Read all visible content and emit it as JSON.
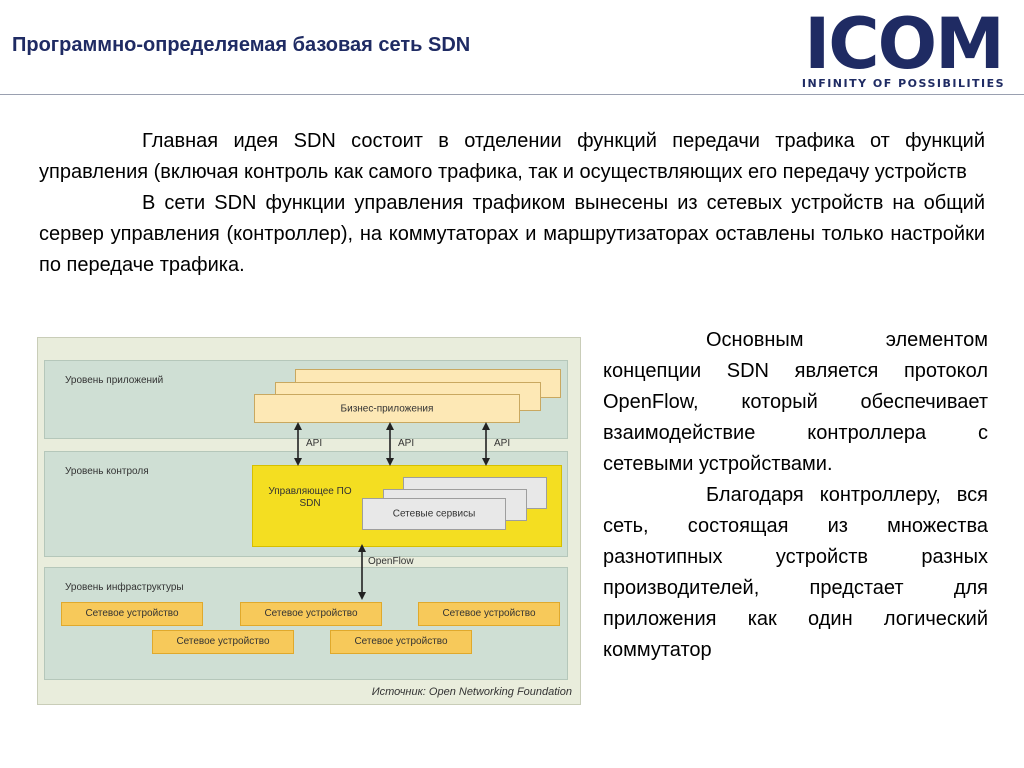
{
  "header": {
    "title": "Программно-определяемая базовая сеть SDN",
    "logo": {
      "wordmark": "ICOM",
      "tagline": "INFINITY OF POSSIBILITIES",
      "color": "#1f2b63"
    }
  },
  "intro": {
    "paragraphs": [
      "Главная идея SDN состоит в отделении функций передачи трафика от функций управления (включая контроль как самого трафика, так и осуществляющих его передачу устройств",
      "В сети SDN функции управления трафиком вынесены из сетевых устройств на общий сервер управления (контроллер), на коммутаторах и маршрутизаторах оставлены только настройки по передаче трафика."
    ]
  },
  "side": {
    "paragraphs": [
      "Основным элементом концепции SDN является протокол OpenFlow, который обеспечивает взаимодействие контроллера с сетевыми устройствами.",
      "Благодаря контроллеру, вся сеть, состоящая из множества разнотипных устройств разных производителей, предстает для приложения как один логический коммутатор"
    ]
  },
  "diagram": {
    "app_layer": {
      "label": "Уровень приложений",
      "card": "Бизнес-приложения"
    },
    "api_labels": [
      "API",
      "API",
      "API"
    ],
    "control_layer": {
      "label": "Уровень контроля",
      "controller": "Управляющее ПО SDN",
      "services": "Сетевые сервисы"
    },
    "openflow_label": "OpenFlow",
    "infra_layer": {
      "label": "Уровень инфраструктуры",
      "devices": [
        "Сетевое устройство",
        "Сетевое устройство",
        "Сетевое устройство",
        "Сетевое устройство",
        "Сетевое устройство"
      ]
    },
    "source": "Источник: Open Networking Foundation",
    "colors": {
      "background": "#e9eddc",
      "layer": "#cfdfd4",
      "app_card": "#fde8b5",
      "controller": "#f4de21",
      "service_card": "#e8e8e8",
      "device": "#f7c95a"
    }
  }
}
